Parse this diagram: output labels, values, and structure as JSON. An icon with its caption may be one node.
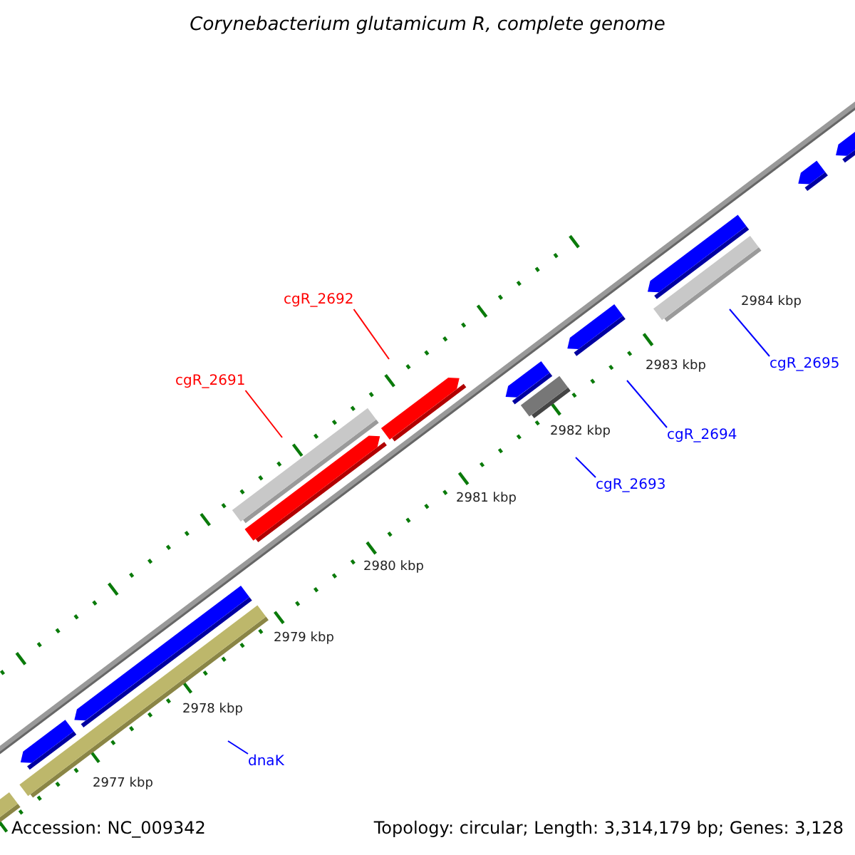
{
  "diagram": {
    "title": "Corynebacterium glutamicum R, complete genome",
    "nodes": [
      {
        "text": [
          "cgR_2691"
        ]
      },
      {
        "text": [
          "cgR_2692"
        ]
      },
      {
        "text": [
          "cgR_2693"
        ]
      },
      {
        "text": [
          "cgR_2694"
        ]
      },
      {
        "text": [
          "cgR_2695"
        ]
      },
      {
        "text": [
          "dnaK"
        ]
      }
    ],
    "edges": [
      {
        "from": 0,
        "to": null,
        "arrow": "none",
        "color": "#ff0000"
      },
      {
        "from": 1,
        "to": null,
        "arrow": "none",
        "color": "#ff0000"
      },
      {
        "from": 2,
        "to": null,
        "arrow": "none"
      },
      {
        "from": 3,
        "to": null,
        "arrow": "none"
      },
      {
        "from": 4,
        "to": null,
        "arrow": "none"
      },
      {
        "from": 5,
        "to": null,
        "arrow": "none"
      }
    ],
    "labels": [
      "2977 kbp",
      "2978 kbp",
      "2979 kbp",
      "2980 kbp",
      "2981 kbp",
      "2982 kbp",
      "2983 kbp",
      "2984 kbp",
      "Accession: NC_009342",
      "Topology: circular; Length: 3,314,179 bp; Genes: 3,128"
    ]
  }
}
